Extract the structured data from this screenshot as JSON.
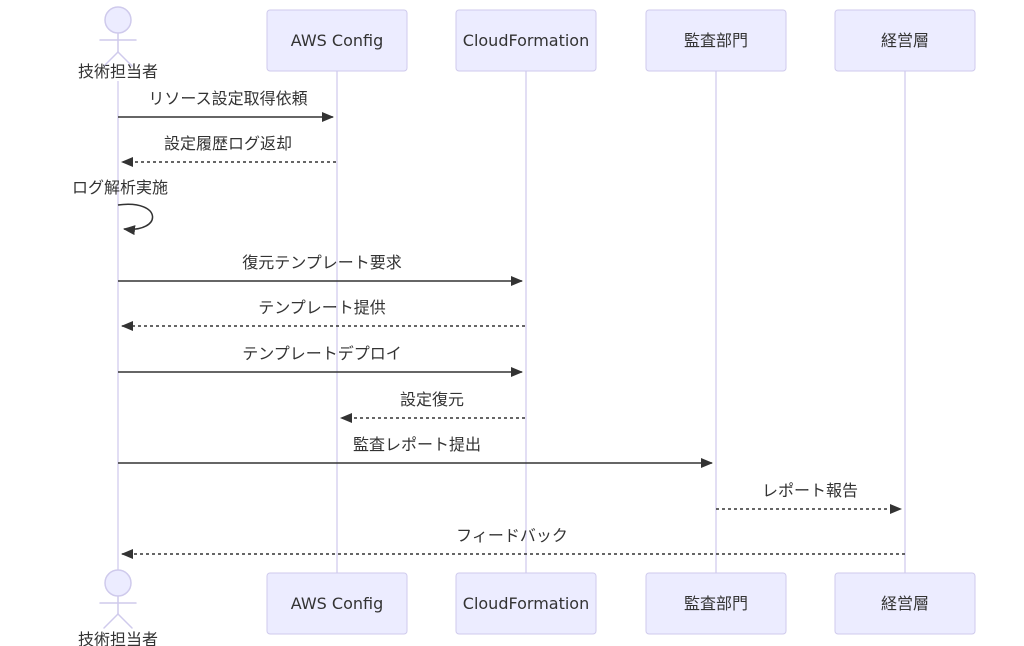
{
  "diagram": {
    "kind": "sequence-diagram",
    "background": "#ffffff",
    "colors": {
      "participant_fill": "#ececff",
      "participant_border": "#cfcaec",
      "lifeline": "#d8d4f0",
      "message_line": "#333333",
      "message_text": "#333333"
    },
    "actors": [
      {
        "id": "engineer",
        "type": "actor",
        "label": "技術担当者"
      },
      {
        "id": "aws-config",
        "type": "participant",
        "label": "AWS Config"
      },
      {
        "id": "cloudformation",
        "type": "participant",
        "label": "CloudFormation"
      },
      {
        "id": "audit-dept",
        "type": "participant",
        "label": "監査部門"
      },
      {
        "id": "management",
        "type": "participant",
        "label": "経営層"
      }
    ],
    "messages": [
      {
        "from": "engineer",
        "to": "aws-config",
        "line": "solid",
        "label": "リソース設定取得依頼"
      },
      {
        "from": "aws-config",
        "to": "engineer",
        "line": "dashed",
        "label": "設定履歴ログ返却"
      },
      {
        "from": "engineer",
        "to": "engineer",
        "line": "self-loop",
        "label": "ログ解析実施"
      },
      {
        "from": "engineer",
        "to": "cloudformation",
        "line": "solid",
        "label": "復元テンプレート要求"
      },
      {
        "from": "cloudformation",
        "to": "engineer",
        "line": "dashed",
        "label": "テンプレート提供"
      },
      {
        "from": "engineer",
        "to": "cloudformation",
        "line": "solid",
        "label": "テンプレートデプロイ"
      },
      {
        "from": "cloudformation",
        "to": "aws-config",
        "line": "dashed",
        "label": "設定復元"
      },
      {
        "from": "engineer",
        "to": "audit-dept",
        "line": "solid",
        "label": "監査レポート提出"
      },
      {
        "from": "audit-dept",
        "to": "management",
        "line": "dashed",
        "label": "レポート報告"
      },
      {
        "from": "management",
        "to": "engineer",
        "line": "dashed",
        "label": "フィードバック"
      }
    ]
  }
}
